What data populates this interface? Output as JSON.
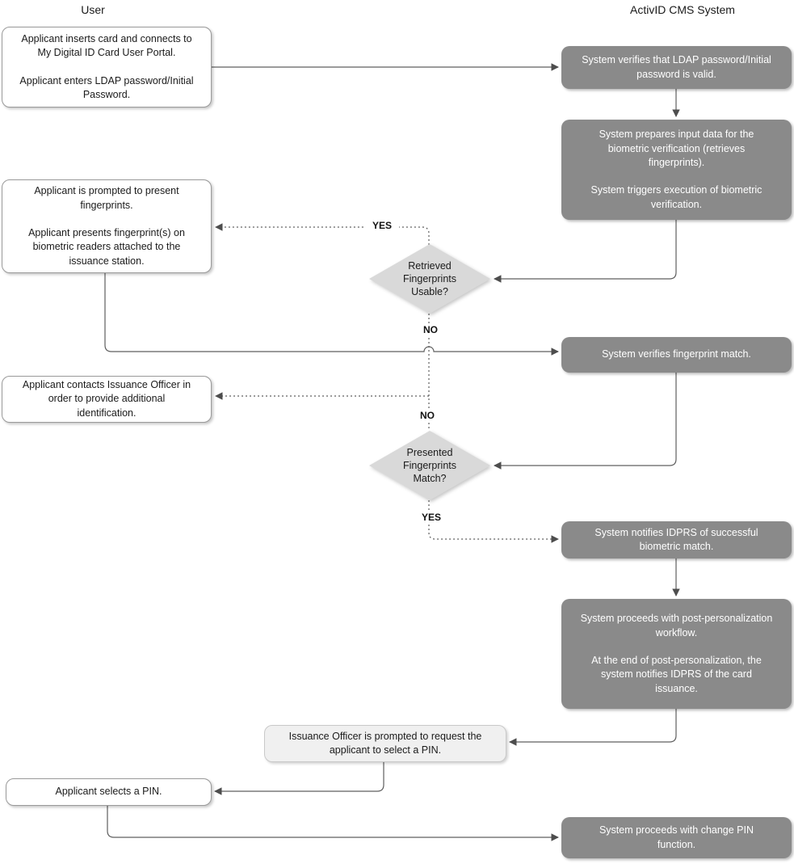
{
  "lanes": {
    "user": "User",
    "system": "ActivID CMS System"
  },
  "nodes": {
    "user_login": {
      "text": "Applicant inserts card and connects to\nMy Digital ID Card User Portal.\n\nApplicant enters LDAP password/Initial\nPassword."
    },
    "system_verify_password": {
      "text": "System verifies that LDAP password/Initial\npassword is valid."
    },
    "system_prepare_biometric": {
      "text": "System prepares input data for the\nbiometric verification (retrieves\nfingerprints).\n\nSystem triggers execution of biometric\nverification."
    },
    "user_present_fingerprints": {
      "text": "Applicant is prompted to present\nfingerprints.\n\nApplicant presents fingerprint(s) on\nbiometric readers attached to the\nissuance station."
    },
    "decision_fingerprints_usable": {
      "text": "Retrieved\nFingerprints\nUsable?"
    },
    "system_verify_match": {
      "text": "System verifies fingerprint match."
    },
    "user_contact_officer": {
      "text": "Applicant contacts Issuance Officer in\norder to provide additional\nidentification."
    },
    "decision_fingerprints_match": {
      "text": "Presented\nFingerprints\nMatch?"
    },
    "system_notify_idprs": {
      "text": "System notifies IDPRS of successful\nbiometric match."
    },
    "system_post_personalization": {
      "text": "System proceeds with post-personalization\nworkflow.\n\nAt the end of post-personalization, the\nsystem notifies IDPRS of the card\nissuance."
    },
    "officer_prompt_pin": {
      "text": "Issuance Officer is prompted to request the\napplicant to select a PIN."
    },
    "user_select_pin": {
      "text": "Applicant selects a PIN."
    },
    "system_change_pin": {
      "text": "System proceeds with change PIN\nfunction."
    }
  },
  "branch_labels": {
    "usable_yes": "YES",
    "usable_no": "NO",
    "match_no": "NO",
    "match_yes": "YES"
  },
  "colors": {
    "system_box_fill": "#8a8a8a",
    "decision_fill": "#d9d9d9",
    "user_box_fill": "#ffffff",
    "officer_box_fill": "#f0f0f0",
    "connector": "#5f5f5f",
    "text_dark": "#1a1a1a",
    "text_light": "#ffffff"
  }
}
